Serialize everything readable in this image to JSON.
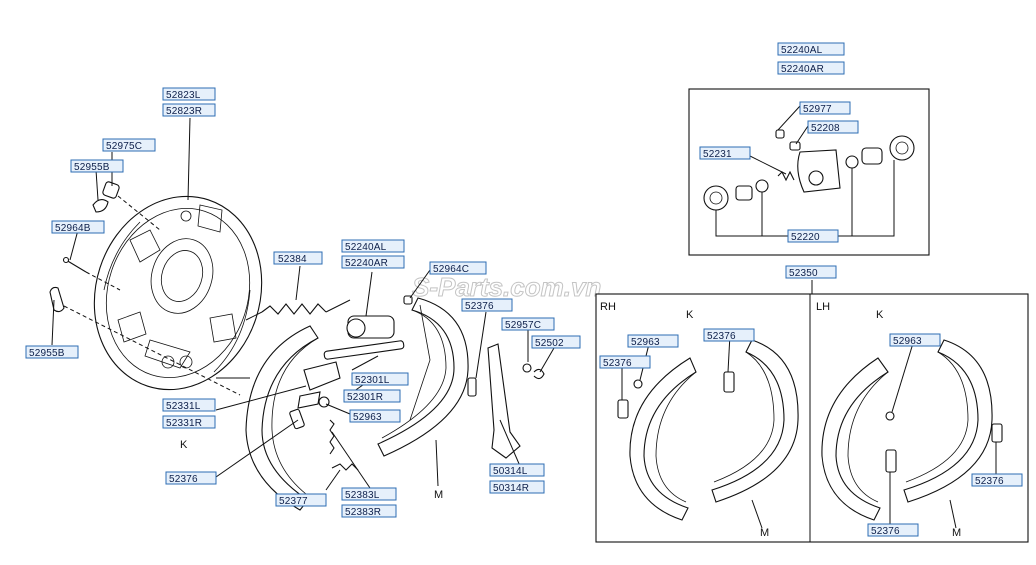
{
  "watermark": "S-Parts.com.vn",
  "labels": {
    "l52823L": "52823L",
    "l52823R": "52823R",
    "l52975C": "52975C",
    "l52955B_top": "52955B",
    "l52964B": "52964B",
    "l52955B_bottom": "52955B",
    "l52384": "52384",
    "l52240AL_mid": "52240AL",
    "l52240AR_mid": "52240AR",
    "l52964C": "52964C",
    "l52376_mid": "52376",
    "l52957C": "52957C",
    "l52502": "52502",
    "l52301L": "52301L",
    "l52301R": "52301R",
    "l52963_mid": "52963",
    "l52331L": "52331L",
    "l52331R": "52331R",
    "l52376_left": "52376",
    "l52377": "52377",
    "l52383L": "52383L",
    "l52383R": "52383R",
    "l50314L": "50314L",
    "l50314R": "50314R",
    "l52240AL_top": "52240AL",
    "l52240AR_top": "52240AR",
    "l52977": "52977",
    "l52208": "52208",
    "l52231": "52231",
    "l52220": "52220",
    "l52350": "52350",
    "l52963_rh": "52963",
    "l52376_rh_mid": "52376",
    "l52376_rh_left": "52376",
    "l52963_lh": "52963",
    "l52376_lh_right": "52376",
    "l52376_lh_bottom": "52376"
  },
  "letters": {
    "k_main": "K",
    "m_main": "M",
    "rh": "RH",
    "lh": "LH",
    "k_rh": "K",
    "m_rh": "M",
    "k_lh": "K",
    "m_lh": "M"
  },
  "colors": {
    "label_fill": "#e6f0fb",
    "label_border": "#2d6db3",
    "line": "#111111"
  }
}
